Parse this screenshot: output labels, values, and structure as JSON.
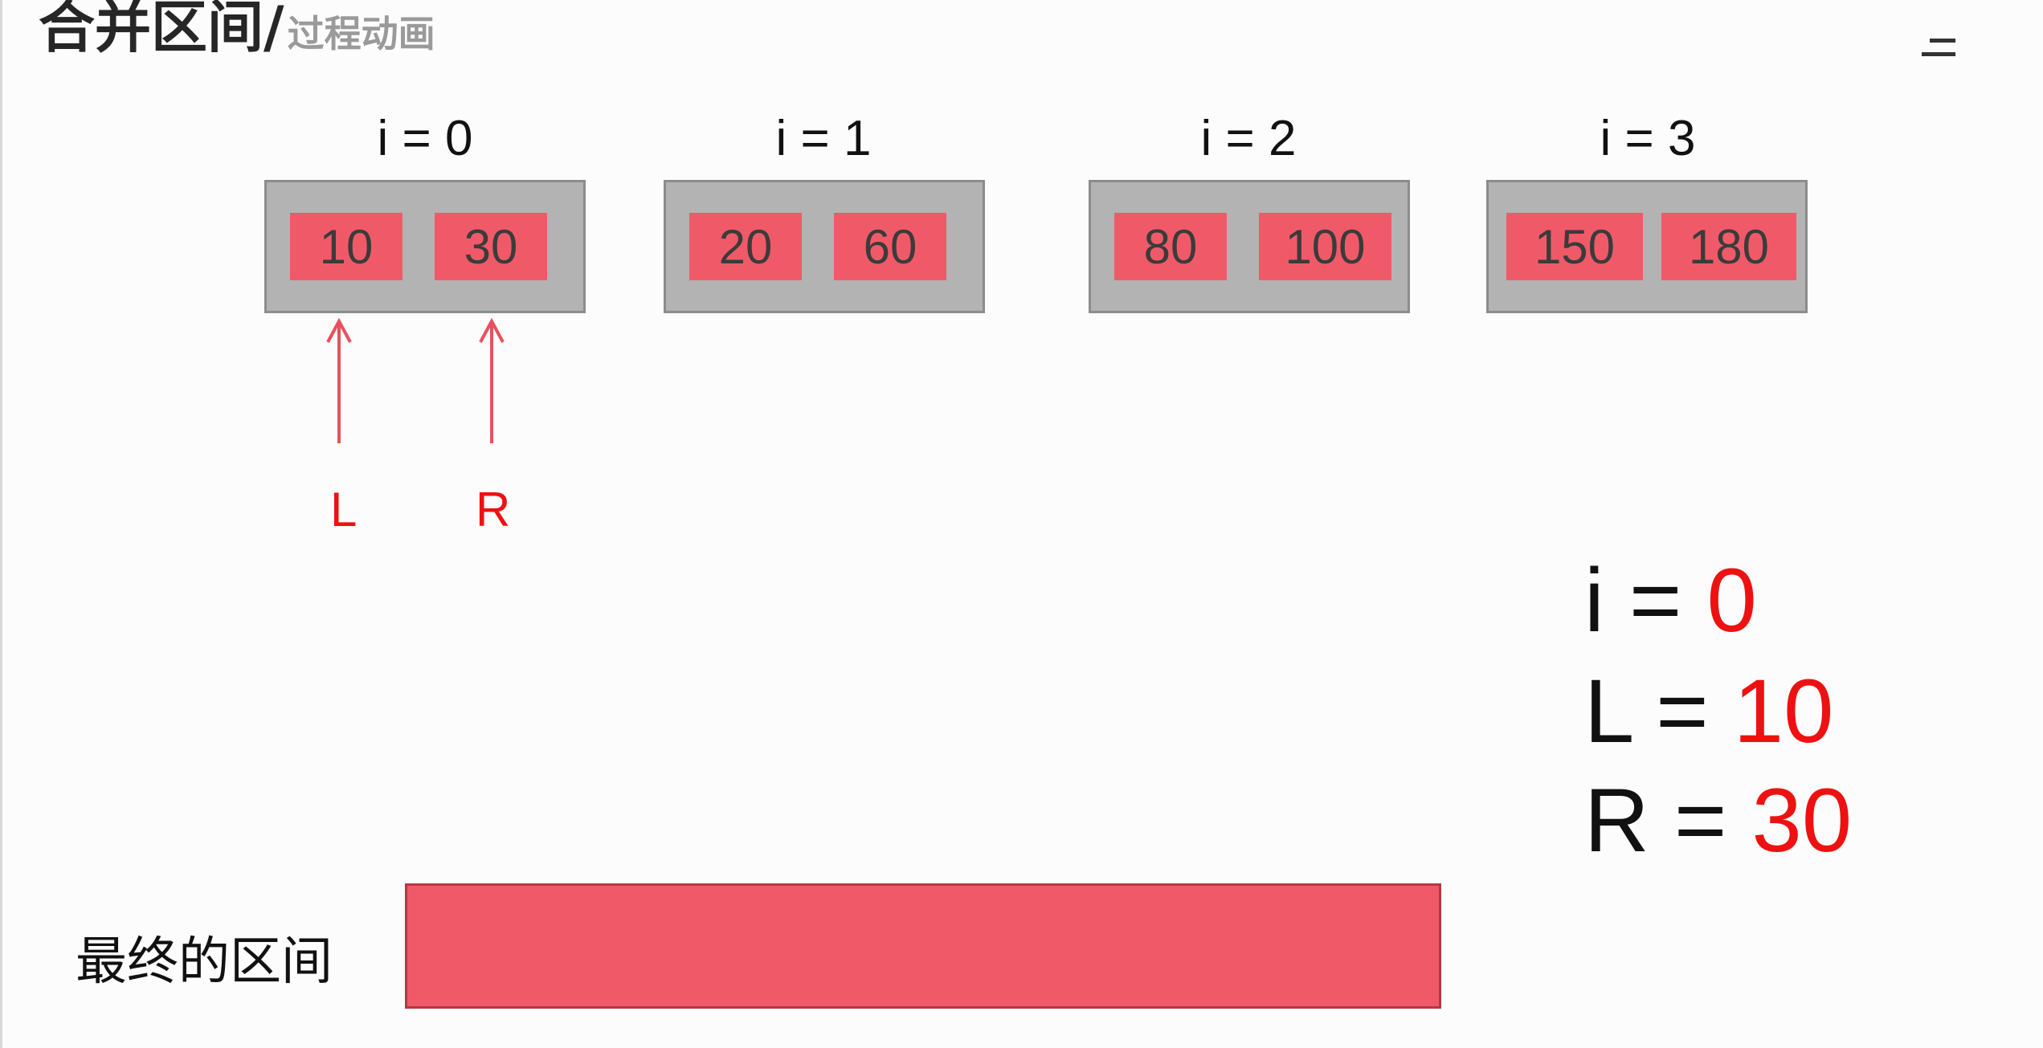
{
  "header": {
    "title": "合并区间/",
    "subtitle": "过程动画"
  },
  "intervals": [
    {
      "index_label": "i = 0",
      "start": "10",
      "end": "30"
    },
    {
      "index_label": "i = 1",
      "start": "20",
      "end": "60"
    },
    {
      "index_label": "i = 2",
      "start": "80",
      "end": "100"
    },
    {
      "index_label": "i = 3",
      "start": "150",
      "end": "180"
    }
  ],
  "pointers": {
    "left": {
      "label": "L",
      "points_to_interval": 0,
      "points_to_slot": "start"
    },
    "right": {
      "label": "R",
      "points_to_interval": 0,
      "points_to_slot": "end"
    }
  },
  "state": {
    "i": {
      "name": "i = ",
      "value": "0"
    },
    "L": {
      "name": "L = ",
      "value": "10"
    },
    "R": {
      "name": "R = ",
      "value": "30"
    }
  },
  "result": {
    "label": "最终的区间"
  },
  "colors": {
    "cell_fill": "#f05a68",
    "box_fill": "#b3b3b3",
    "pointer": "#ee1111",
    "arrow": "#e8505e"
  },
  "icons": {
    "menu": "menu-icon"
  }
}
